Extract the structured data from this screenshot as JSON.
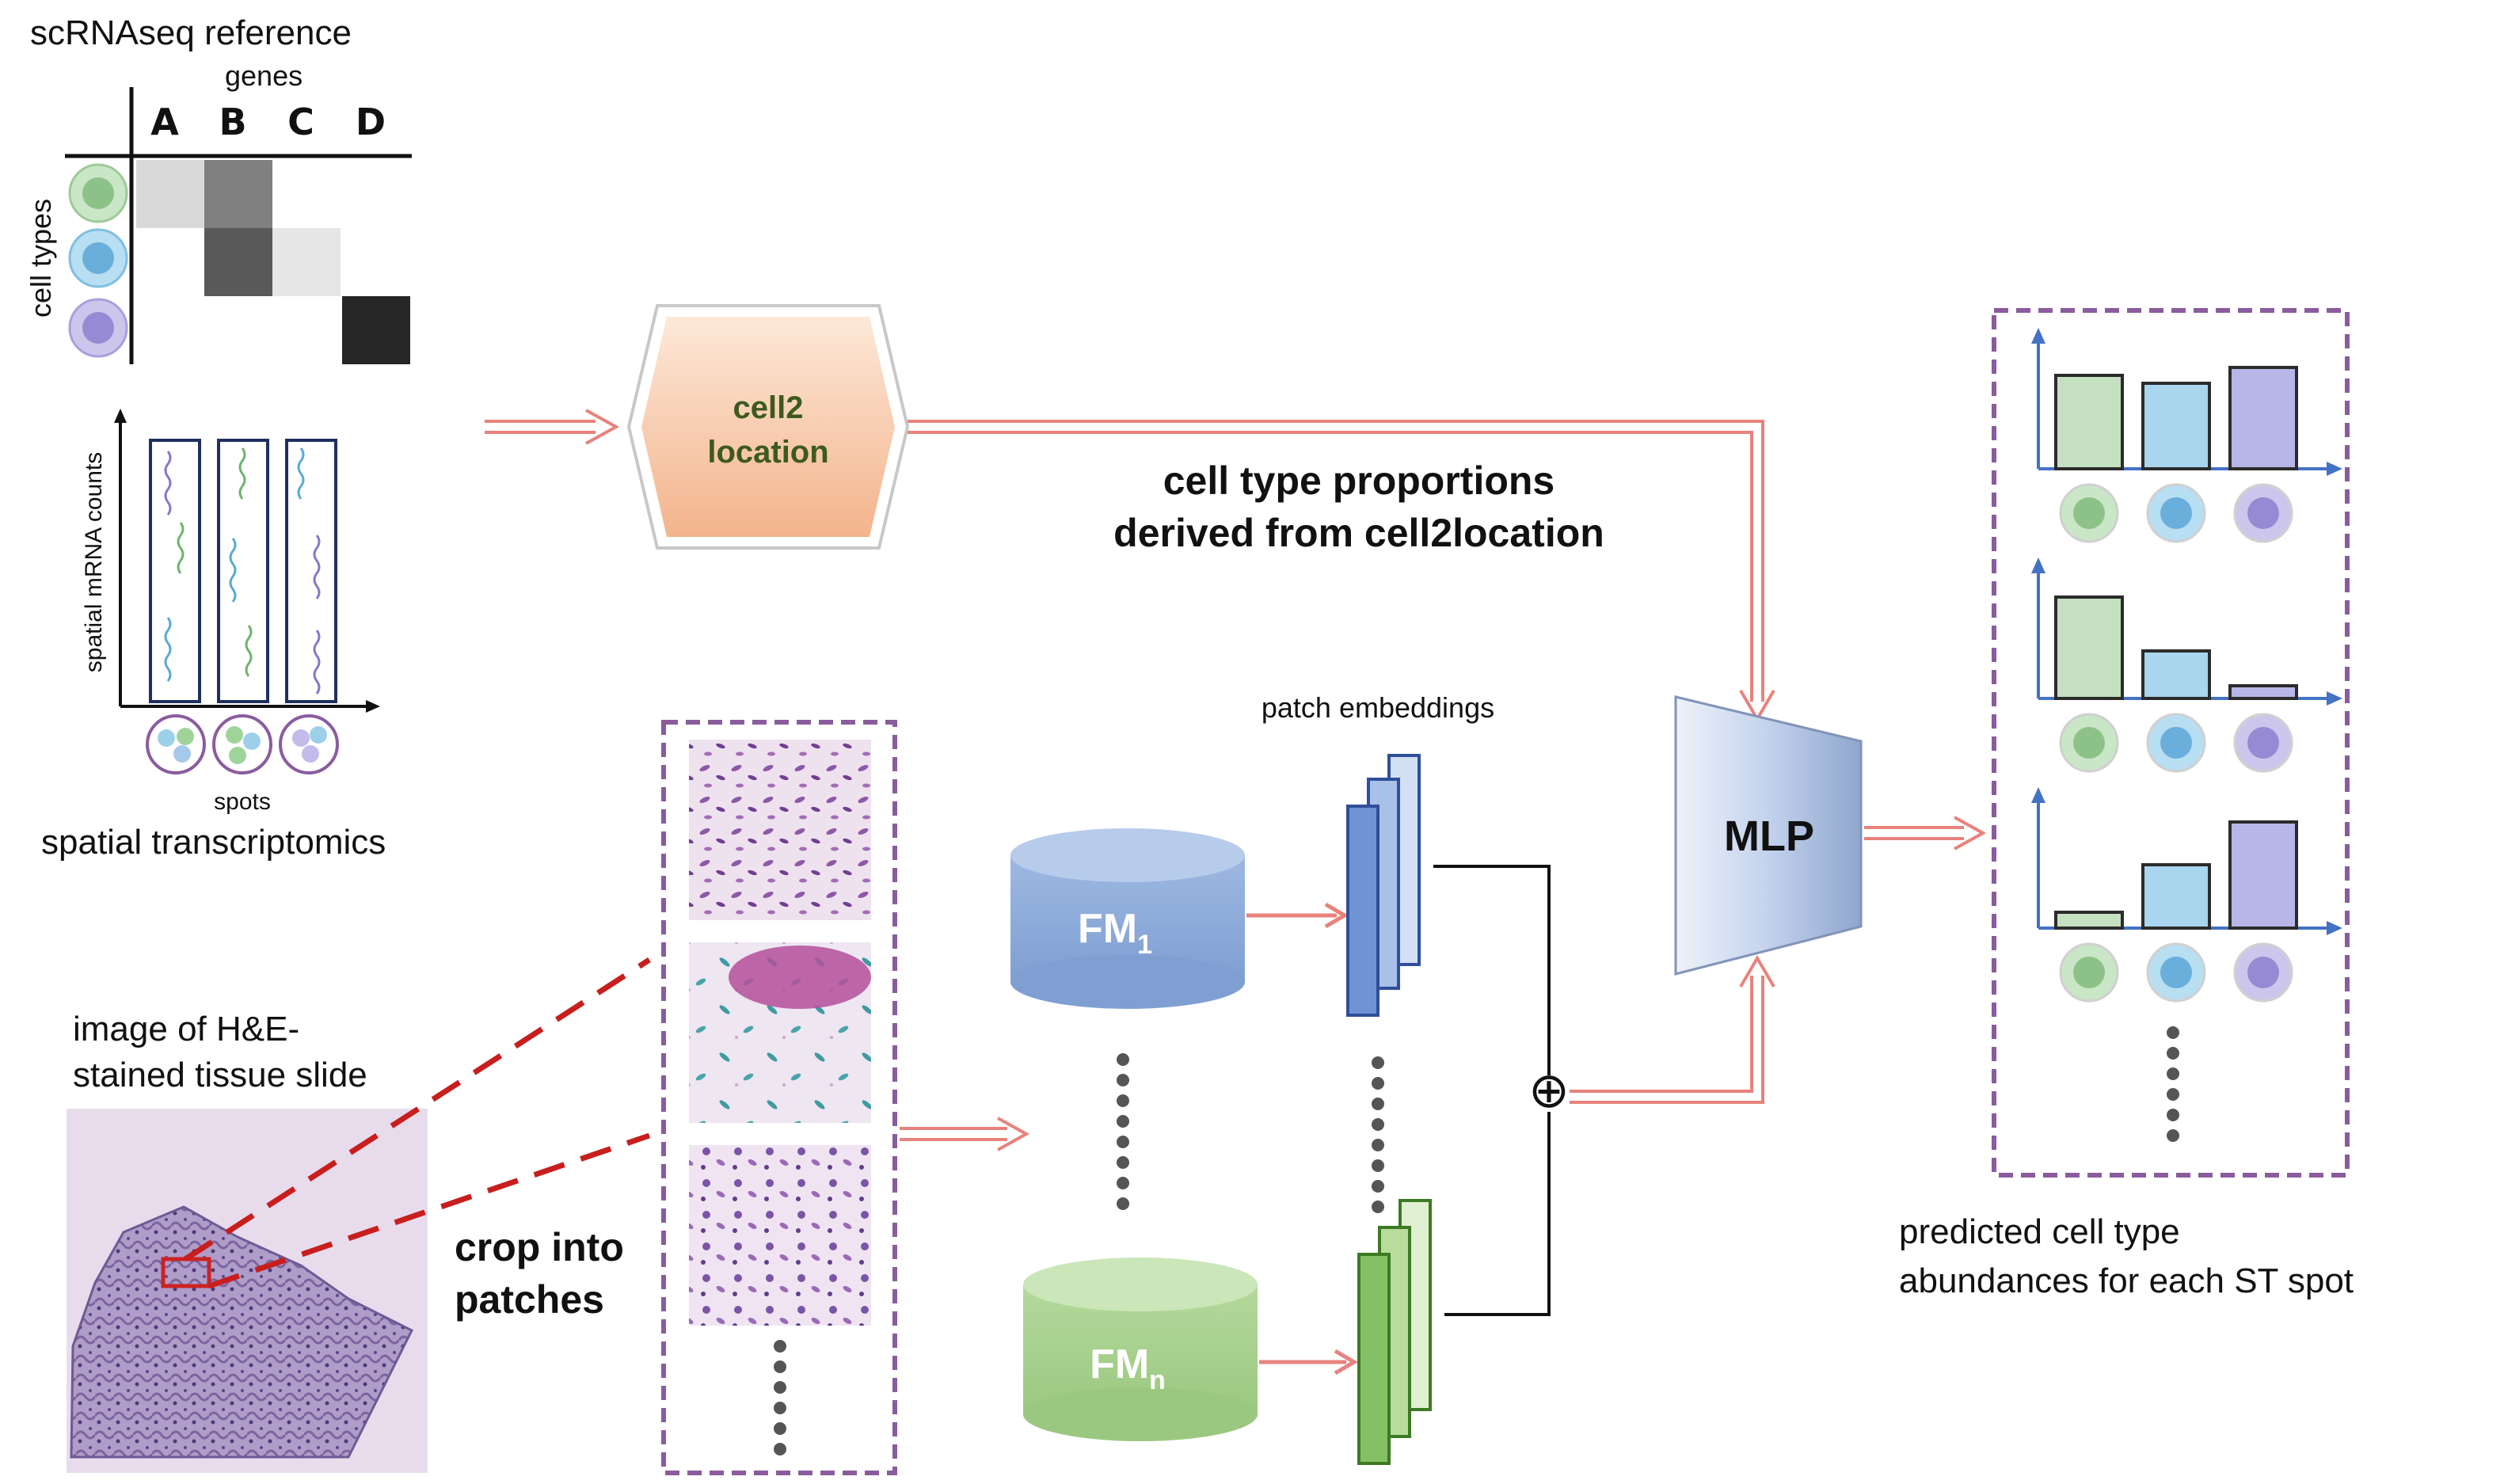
{
  "scrna": {
    "title": "scRNAseq reference",
    "genes_label": "genes",
    "gene_columns": [
      "A",
      "B",
      "C",
      "D"
    ],
    "cell_types_label": "cell types"
  },
  "spatial": {
    "y_label": "spatial mRNA counts",
    "x_label": "spots",
    "caption": "spatial transcriptomics"
  },
  "he": {
    "caption_line1": "image of H&E-",
    "caption_line2": "stained tissue slide"
  },
  "crop": {
    "line1": "crop into",
    "line2": "patches"
  },
  "cell2location": {
    "line1": "cell2",
    "line2": "location"
  },
  "proportions": {
    "line1": "cell type proportions",
    "line2": "derived from cell2location"
  },
  "models": {
    "fm1_base": "FM",
    "fm1_sub": "1",
    "fmn_base": "FM",
    "fmn_sub": "n",
    "patch_embeddings": "patch embeddings",
    "mlp": "MLP",
    "concat_symbol": "⊕"
  },
  "output": {
    "caption_line1": "predicted cell type",
    "caption_line2": "abundances for each ST spot"
  },
  "colors": {
    "arrow": "#e8827d",
    "dashed_box": "#8a5c9e",
    "cell_green": "#b9dcb6",
    "cell_blue": "#a8d4ec",
    "cell_purple": "#bdb5e3",
    "fm1": "#8eaedc",
    "fmn": "#a8d08d",
    "axis_blue": "#4472c4"
  }
}
